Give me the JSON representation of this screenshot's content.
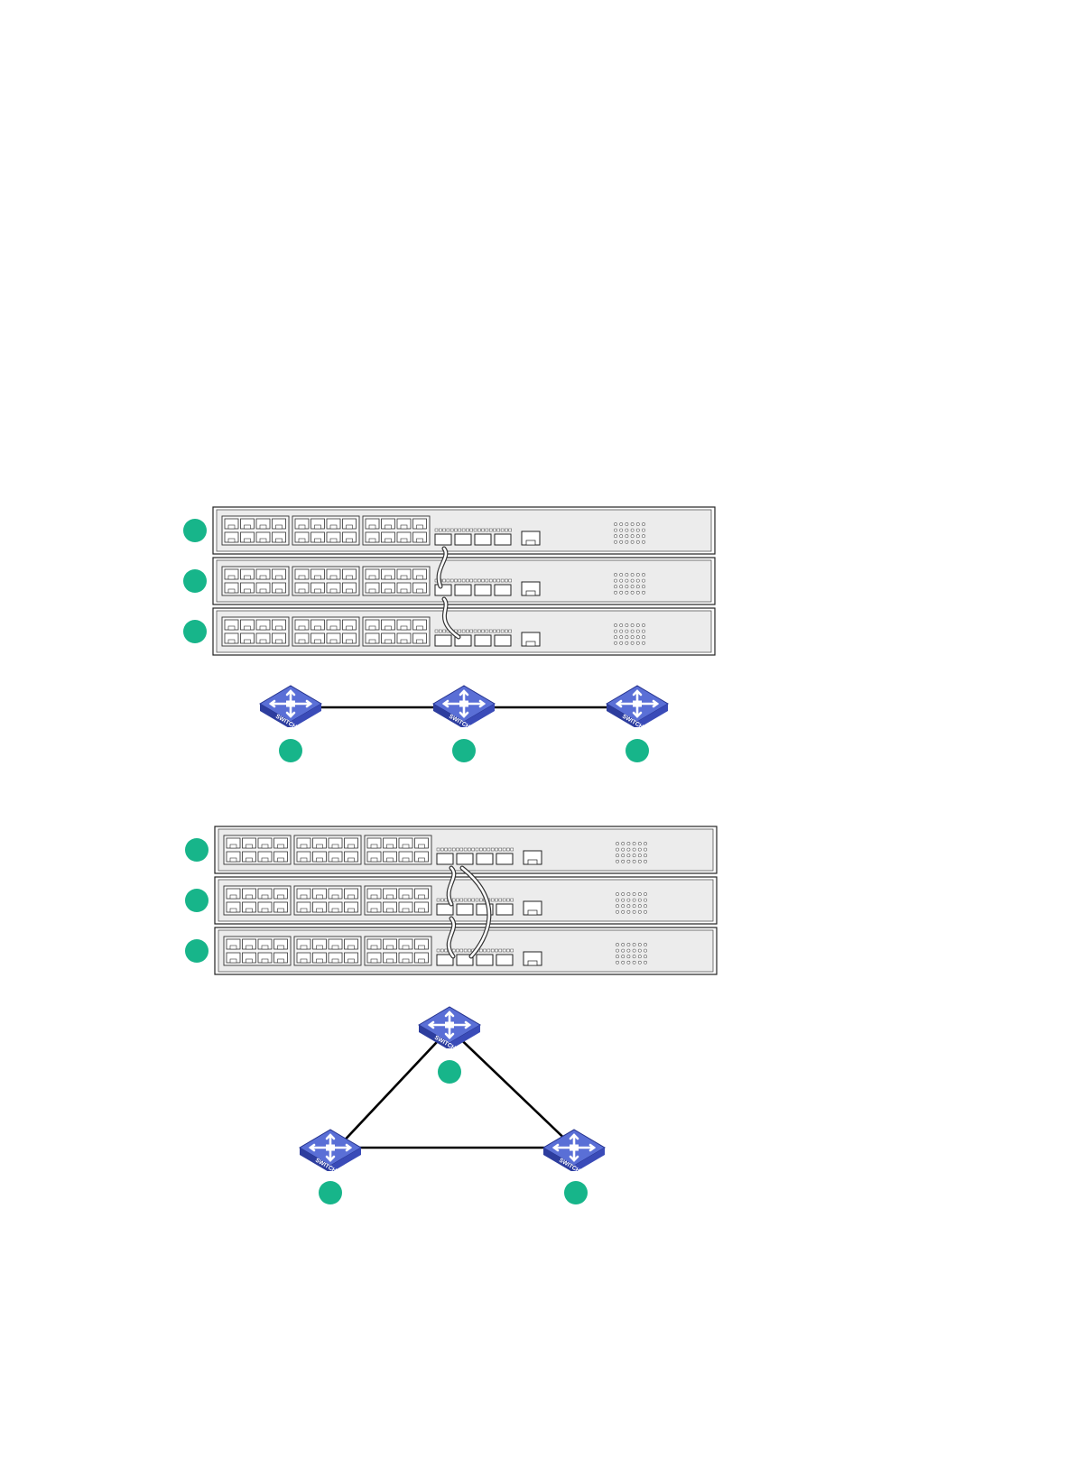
{
  "diagrams": [
    {
      "name": "daisy-chain",
      "chassis_count": 3,
      "topology": "chain",
      "switch_icon_label": "SWITCH"
    },
    {
      "name": "ring",
      "chassis_count": 3,
      "topology": "ring",
      "switch_icon_label": "SWITCH"
    }
  ],
  "colors": {
    "member_marker": "#17b58a",
    "switch_top": "#4a5fc8",
    "switch_side": "#2a3a9a",
    "chassis_fill": "#ececec",
    "chassis_stroke": "#222222",
    "link": "#000000"
  },
  "icons": [
    "switch-icon",
    "rack-switch-chassis",
    "member-marker"
  ]
}
